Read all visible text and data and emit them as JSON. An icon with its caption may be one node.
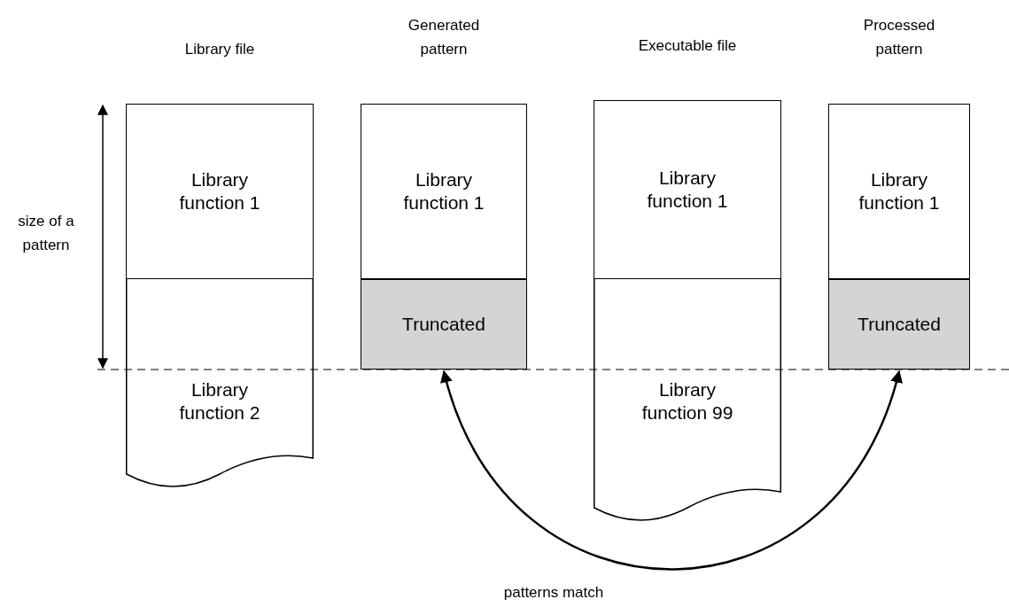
{
  "diagram": {
    "nodes": [
      {
        "text": [
          "Library file"
        ]
      },
      {
        "text": [
          "Library function 1"
        ],
        "in": 0
      },
      {
        "text": [
          "Library function 2"
        ],
        "in": 0
      },
      {
        "text": [
          "Generated pattern"
        ]
      },
      {
        "text": [
          "Library function 1"
        ],
        "in": 3
      },
      {
        "text": [
          "Truncated"
        ],
        "in": 3
      },
      {
        "text": [
          "Executable file"
        ]
      },
      {
        "text": [
          "Library function 1"
        ],
        "in": 6
      },
      {
        "text": [
          "Library function 99"
        ],
        "in": 6
      },
      {
        "text": [
          "Processed pattern"
        ]
      },
      {
        "text": [
          "Library function 1"
        ],
        "in": 9
      },
      {
        "text": [
          "Truncated"
        ],
        "in": 9
      }
    ],
    "edges": [
      {
        "from": 3,
        "to": 9,
        "arrow": "both",
        "label": "patterns match"
      }
    ],
    "labels": [
      "size of a pattern"
    ]
  }
}
